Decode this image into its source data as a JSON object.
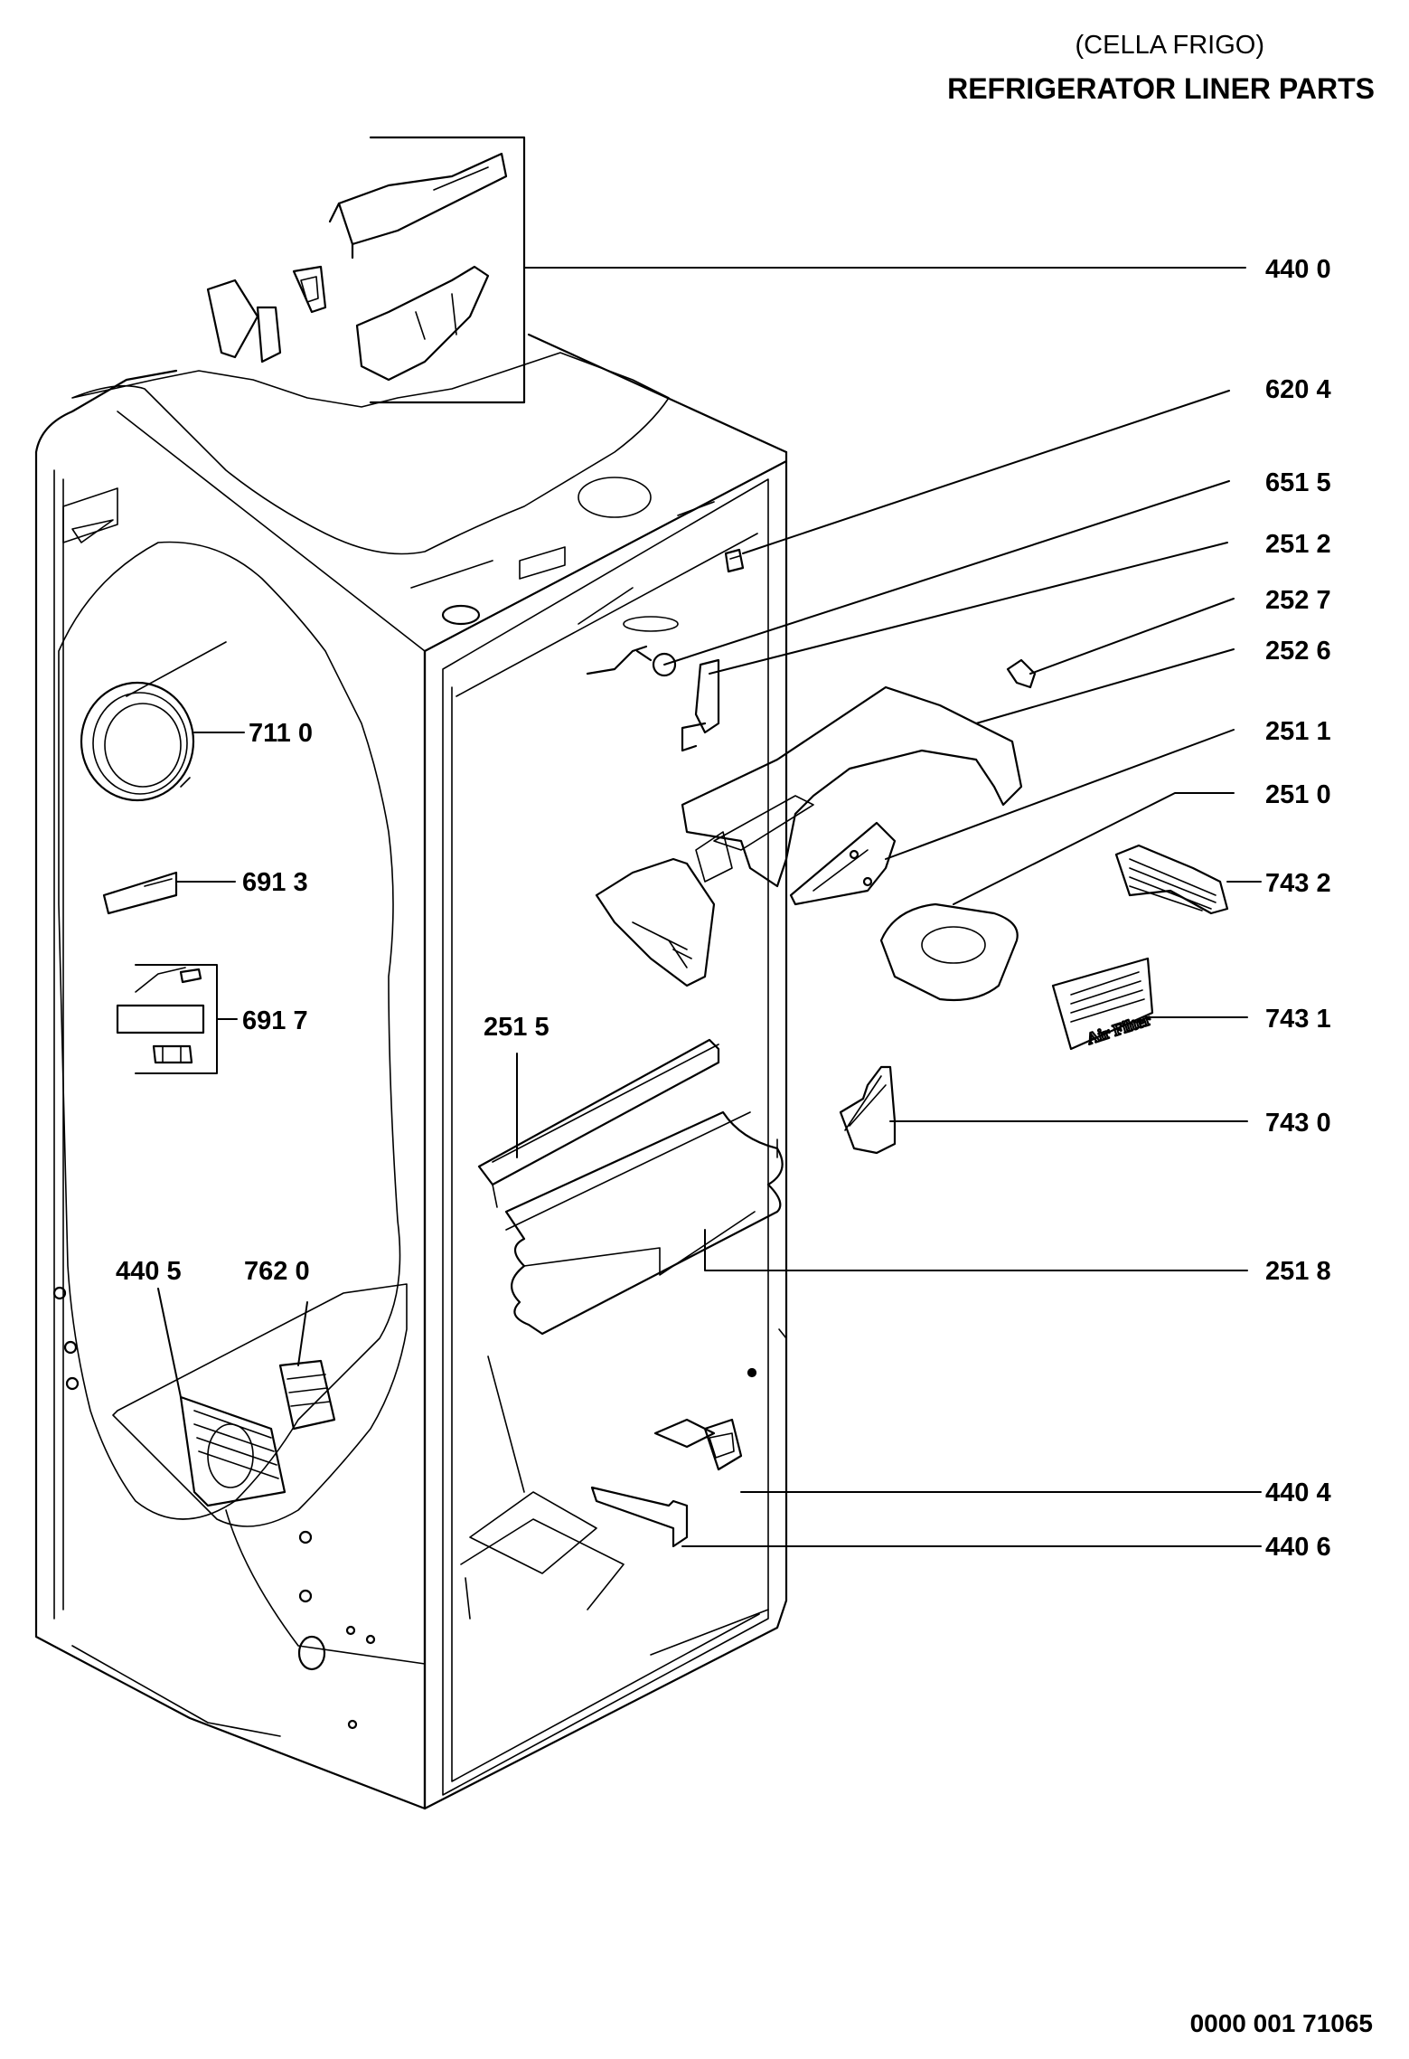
{
  "header": {
    "subtitle": "(CELLA FRIGO)",
    "title": "REFRIGERATOR LINER PARTS"
  },
  "footer": {
    "code": "0000 001 71065"
  },
  "callouts": {
    "p4400": "440 0",
    "p6204": "620 4",
    "p6515": "651 5",
    "p2512": "251 2",
    "p2527": "252 7",
    "p2526": "252 6",
    "p2511": "251 1",
    "p2510": "251 0",
    "p7432": "743 2",
    "p7431": "743 1",
    "p7430": "743 0",
    "p2518": "251 8",
    "p4404": "440 4",
    "p4406": "440 6",
    "p7110": "711 0",
    "p6913": "691 3",
    "p6917": "691 7",
    "p2515": "251 5",
    "p4405": "440 5",
    "p7620": "762 0"
  },
  "air_filter_label": "Air Filter"
}
